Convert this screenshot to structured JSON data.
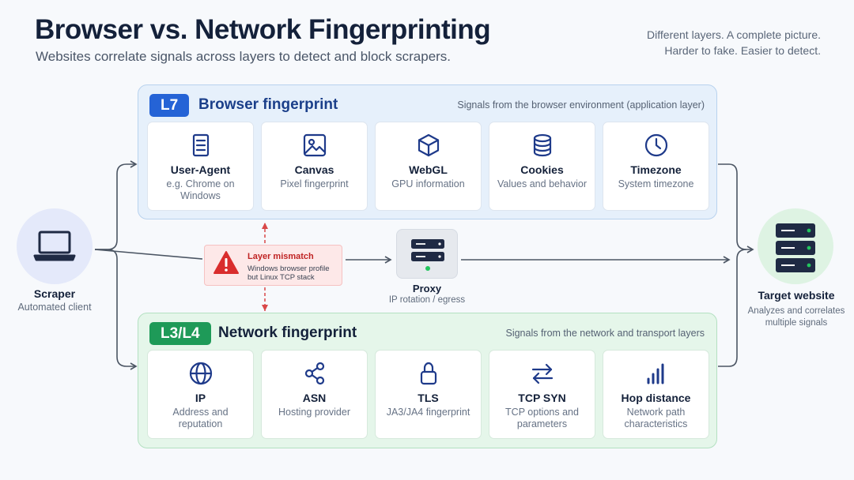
{
  "header": {
    "title": "Browser vs. Network Fingerprinting",
    "subtitle": "Websites correlate signals across layers to detect and block scrapers.",
    "tagline_1": "Different layers. A complete picture.",
    "tagline_2": "Harder to fake. Easier to detect."
  },
  "scraper": {
    "label": "Scraper",
    "desc": "Automated client",
    "icon": "laptop-icon"
  },
  "browser_layer": {
    "badge": "L7",
    "title": "Browser fingerprint",
    "note": "Signals  from the browser environment (application layer)",
    "color": "#2563d6",
    "cards": [
      {
        "icon": "document-icon",
        "label": "User-Agent",
        "desc": "e.g. Chrome on Windows"
      },
      {
        "icon": "image-icon",
        "label": "Canvas",
        "desc": "Pixel fingerprint"
      },
      {
        "icon": "cube-icon",
        "label": "WebGL",
        "desc": "GPU information"
      },
      {
        "icon": "database-icon",
        "label": "Cookies",
        "desc": "Values and behavior"
      },
      {
        "icon": "clock-icon",
        "label": "Timezone",
        "desc": "System timezone"
      }
    ]
  },
  "mismatch": {
    "title": "Layer mismatch",
    "desc_1": "Windows browser profile",
    "desc_2": "but Linux TCP stack",
    "icon": "warning-icon",
    "color": "#c02424"
  },
  "proxy": {
    "label": "Proxy",
    "desc": "IP rotation / egress",
    "icon": "server-icon"
  },
  "target": {
    "label": "Target website",
    "desc": "Analyzes and correlates multiple signals",
    "icon": "server-stack-icon"
  },
  "network_layer": {
    "badge": "L3/L4",
    "title": "Network fingerprint",
    "note": "Signals from the network and transport layers",
    "color": "#1e9a58",
    "cards": [
      {
        "icon": "globe-icon",
        "label": "IP",
        "desc": "Address and reputation"
      },
      {
        "icon": "share-icon",
        "label": "ASN",
        "desc": "Hosting provider"
      },
      {
        "icon": "lock-icon",
        "label": "TLS",
        "desc": "JA3/JA4 fingerprint"
      },
      {
        "icon": "swap-arrows-icon",
        "label": "TCP SYN",
        "desc": "TCP options and parameters"
      },
      {
        "icon": "signal-bars-icon",
        "label": "Hop distance",
        "desc": "Network path characteristics"
      }
    ]
  }
}
